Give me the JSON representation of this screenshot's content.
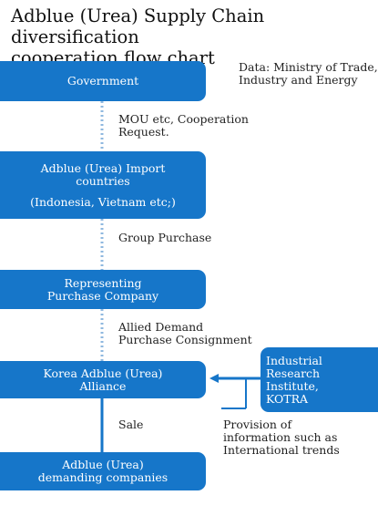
{
  "title": {
    "line1": "Adblue (Urea) Supply Chain diversification",
    "line2": "cooperation flow chart"
  },
  "source": {
    "line1": "Data: Ministry of Trade,",
    "line2": "Industry and Energy"
  },
  "nodes": {
    "government": {
      "line1": "Government"
    },
    "import_countries": {
      "line1": "Adblue (Urea) Import",
      "line2": "countries",
      "line3": "(Indonesia, Vietnam etc;)"
    },
    "representing_company": {
      "line1": "Representing",
      "line2": "Purchase Company"
    },
    "alliance": {
      "line1": "Korea Adblue (Urea)",
      "line2": "Alliance"
    },
    "demanding_companies": {
      "line1": "Adblue (Urea)",
      "line2": "demanding companies"
    },
    "research_institute": {
      "line1": "Industrial Research",
      "line2": "Institute,",
      "line3": "KOTRA"
    }
  },
  "edges": {
    "mou": {
      "line1": "MOU etc, Cooperation",
      "line2": "Request."
    },
    "group_purchase": {
      "line1": "Group Purchase"
    },
    "allied_demand": {
      "line1": "Allied Demand",
      "line2": "Purchase Consignment"
    },
    "sale": {
      "line1": "Sale"
    },
    "provision": {
      "line1": "Provision of",
      "line2": "information such as",
      "line3": "International trends"
    }
  },
  "colors": {
    "node_fill": "#1676c9",
    "connector": "#1676c9",
    "dotted_connector": "#8fb8df"
  }
}
